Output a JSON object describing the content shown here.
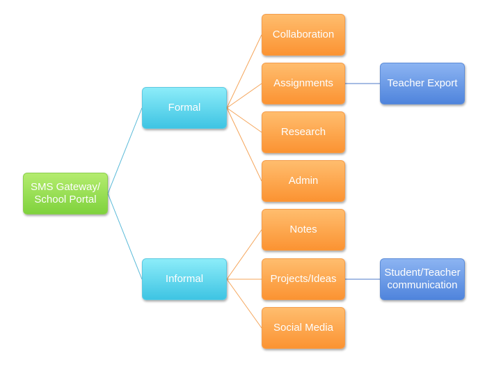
{
  "nodes": {
    "root": {
      "label": "SMS Gateway/\nSchool Portal"
    },
    "formal": {
      "label": "Formal"
    },
    "informal": {
      "label": "Informal"
    },
    "collaboration": {
      "label": "Collaboration"
    },
    "assignments": {
      "label": "Assignments"
    },
    "research": {
      "label": "Research"
    },
    "admin": {
      "label": "Admin"
    },
    "notes": {
      "label": "Notes"
    },
    "projects_ideas": {
      "label": "Projects/Ideas"
    },
    "social_media": {
      "label": "Social Media"
    },
    "teacher_export": {
      "label": "Teacher Export"
    },
    "student_teacher_communication": {
      "label": "Student/Teacher\ncommunication"
    }
  },
  "colors": {
    "root": "#7fd23d",
    "level1": "#3ec4e3",
    "level2": "#fb9332",
    "level3": "#4f84dc",
    "line_cyan": "#57b9d8",
    "line_orange": "#f5a55a",
    "line_blue": "#4b78c8"
  }
}
